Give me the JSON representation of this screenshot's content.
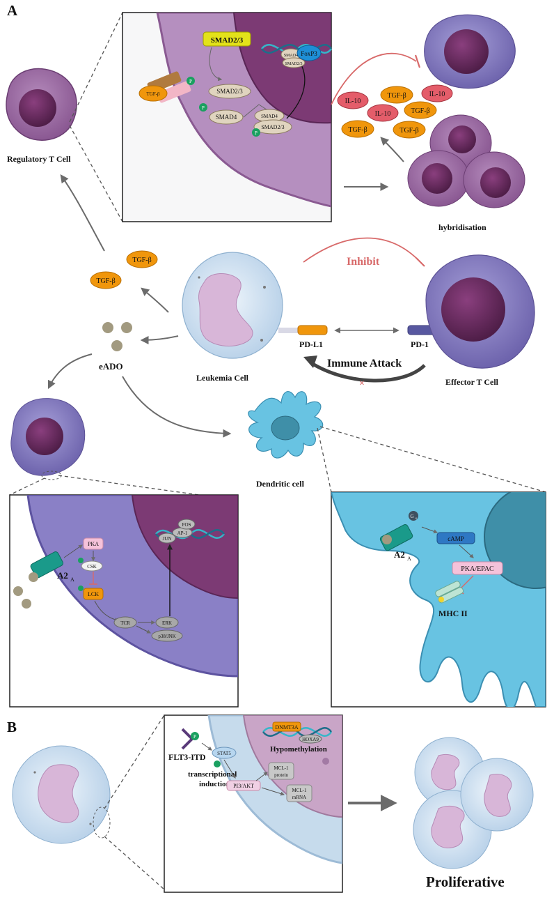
{
  "panels": {
    "a": "A",
    "b": "B"
  },
  "cells": {
    "regulatory": "Regulatory T Cell",
    "hybridisation": "hybridisation",
    "leukemia": "Leukemia Cell",
    "effector": "Effector T Cell",
    "dendritic": "Dendritic cell",
    "proliferative": "Proliferative"
  },
  "labels": {
    "inhibit": "Inhibit",
    "immune_attack": "Immune Attack",
    "pdl1": "PD-L1",
    "pd1": "PD-1",
    "eado": "eADO",
    "tgfb": "TGF-β",
    "il10": "IL-10"
  },
  "inset1": {
    "p": "P",
    "tgfb": "TGF-β",
    "smad23": "SMAD2/3",
    "smad4": "SMAD4",
    "foxp3": "FoxP3"
  },
  "inset2": {
    "a2a": "A2",
    "a2a_sub": "A",
    "pka": "PKA",
    "csk": "CSK",
    "lck": "LCK",
    "tcr": "TCR",
    "erk": "ERK",
    "p38jnk": "p38/JNK",
    "jun": "JUN",
    "fos": "FOS",
    "ap1": "AP-1",
    "p": "P"
  },
  "inset3": {
    "gs": "G",
    "gs_sub": "s",
    "a2a": "A2",
    "a2a_sub": "A",
    "camp": "cAMP",
    "pka_epac": "PKA/EPAC",
    "mhc": "MHC II"
  },
  "inset4": {
    "flt3": "FLT3-ITD",
    "p": "P",
    "stat5": "STAT5",
    "transcriptional": "transcriptional",
    "induction": "induction",
    "pi3akt": "PI3/AKT",
    "mcl1": "MCL-1",
    "protein": "protein",
    "mrna": "mRNA",
    "dnmt3a": "DNMT3A",
    "hoxa9": "HOXA9",
    "hypomethylation": "Hypomethylation"
  },
  "colors": {
    "treg": "#8e5c96",
    "nucleus": "#6b2c60",
    "effector": "#7d72b8",
    "leukemia": "#c9def0",
    "dendritic": "#68c3e2",
    "tgf": "#f0960c",
    "il10": "#e45d6a",
    "inhibit": "#d86a6a"
  }
}
